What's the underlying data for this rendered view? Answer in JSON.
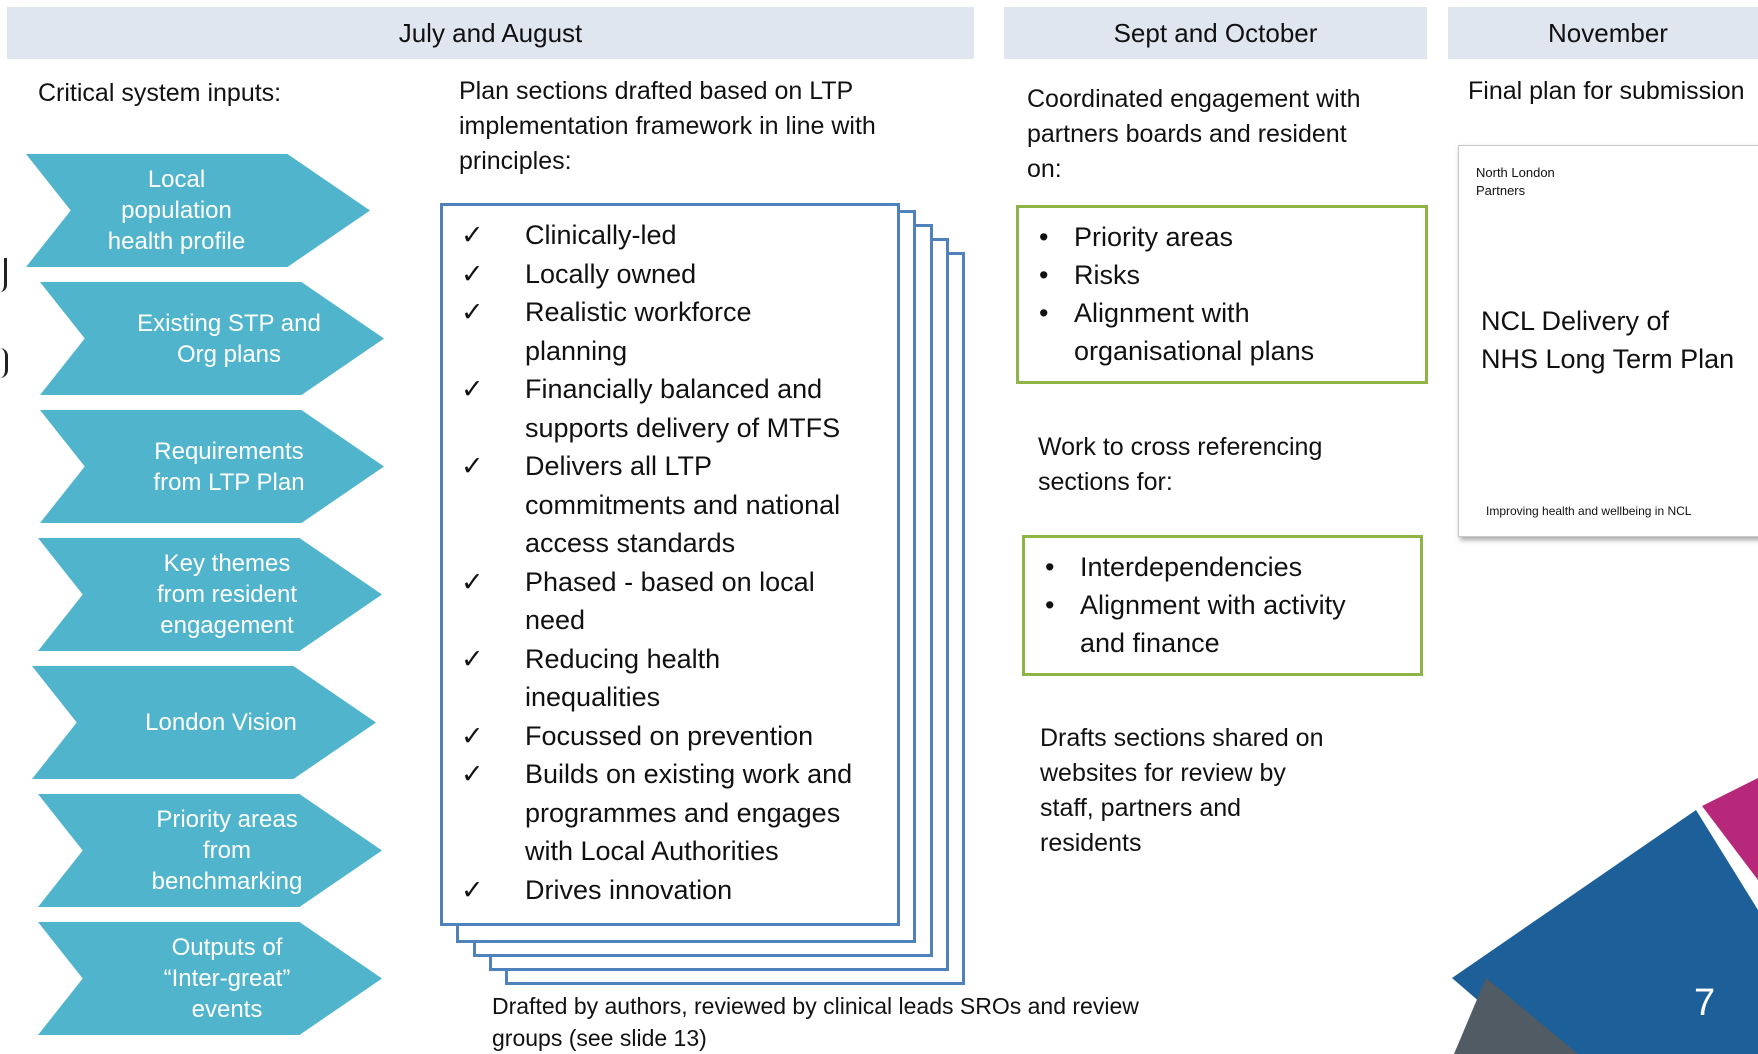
{
  "headers": {
    "july_august": "July and August",
    "sept_october": "Sept and October",
    "november": "November"
  },
  "inputs": {
    "title": "Critical system inputs:",
    "chevrons": [
      {
        "lines": [
          "Local",
          "population",
          "health profile"
        ]
      },
      {
        "lines": [
          "Existing STP and",
          "Org plans"
        ]
      },
      {
        "lines": [
          "Requirements",
          "from LTP Plan"
        ]
      },
      {
        "lines": [
          "Key themes",
          "from resident",
          "engagement"
        ]
      },
      {
        "lines": [
          "London Vision"
        ]
      },
      {
        "lines": [
          "Priority areas",
          "from",
          "benchmarking"
        ]
      },
      {
        "lines": [
          "Outputs of",
          "“Inter-great”",
          "events"
        ]
      }
    ]
  },
  "drafting": {
    "intro": [
      "Plan sections drafted based on LTP",
      "implementation framework in line with",
      "principles:"
    ],
    "check_mark": "✓",
    "principles": [
      {
        "lines": [
          "Clinically-led"
        ]
      },
      {
        "lines": [
          "Locally owned"
        ]
      },
      {
        "lines": [
          "Realistic workforce",
          "planning"
        ]
      },
      {
        "lines": [
          "Financially balanced and",
          "supports delivery of MTFS"
        ]
      },
      {
        "lines": [
          "Delivers all LTP",
          "commitments and national",
          "access standards"
        ]
      },
      {
        "lines": [
          "Phased - based on local",
          "need"
        ]
      },
      {
        "lines": [
          "Reducing health",
          "inequalities"
        ]
      },
      {
        "lines": [
          "Focussed on prevention"
        ]
      },
      {
        "lines": [
          "Builds on existing work and",
          "programmes and engages",
          "with Local Authorities"
        ]
      },
      {
        "lines": [
          "Drives innovation"
        ]
      }
    ],
    "footer": [
      "Drafted by authors, reviewed by clinical leads SROs and review",
      "groups (see slide 13)"
    ]
  },
  "engagement": {
    "intro": [
      "Coordinated engagement with",
      "partners boards and resident",
      "on:"
    ],
    "bullet": "•",
    "topics": [
      {
        "lines": [
          "Priority areas"
        ]
      },
      {
        "lines": [
          "Risks"
        ]
      },
      {
        "lines": [
          "Alignment with",
          "organisational plans"
        ]
      }
    ],
    "cross_ref_intro": [
      "Work to cross referencing",
      "sections for:"
    ],
    "cross_ref_items": [
      {
        "lines": [
          "Interdependencies"
        ]
      },
      {
        "lines": [
          "Alignment with activity",
          "and finance"
        ]
      }
    ],
    "shared_text": [
      "Drafts sections shared on",
      "websites for review by",
      "staff, partners and",
      "residents"
    ]
  },
  "final": {
    "intro": "Final plan for submission",
    "doc_org": [
      "North London",
      "Partners"
    ],
    "doc_title": [
      "NCL Delivery of",
      "NHS Long Term Plan"
    ],
    "doc_footer": "Improving health and wellbeing in NCL"
  },
  "page_number": "7",
  "colors": {
    "chevron": "#4fb4cc",
    "header_band": "#dfe6f0",
    "stack_border": "#4f81bd",
    "green_border": "#8fb446",
    "deco_blue": "#1d5f98",
    "deco_magenta": "#b8287a",
    "deco_slate": "#515b63"
  }
}
